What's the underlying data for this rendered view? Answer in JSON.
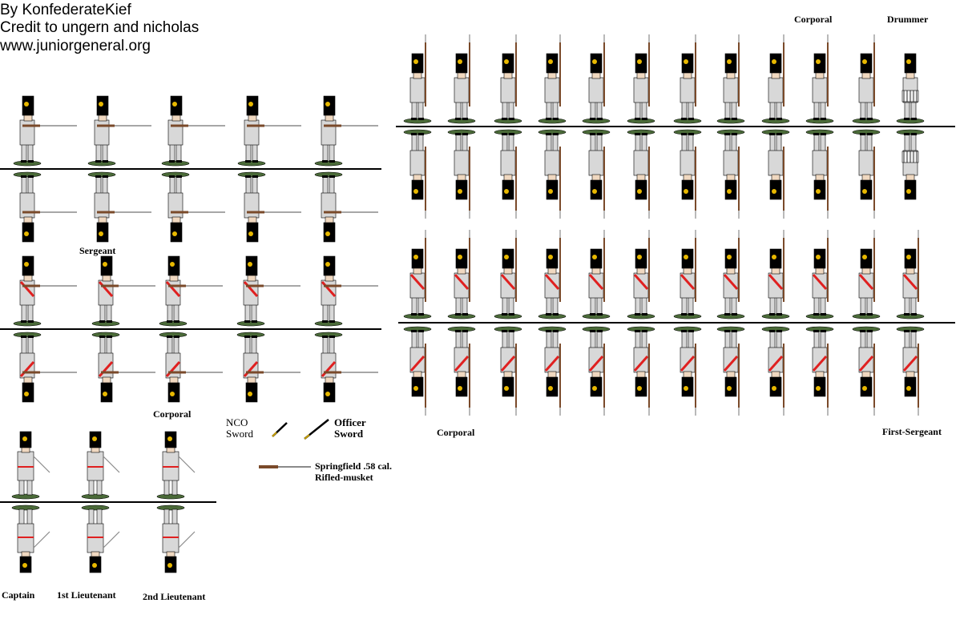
{
  "credits": {
    "line1": "By KonfederateKief",
    "line2": "Credit to ungern and nicholas",
    "line3": "www.juniorgeneral.org"
  },
  "labels": {
    "sergeant": "Sergeant",
    "corporal_left": "Corporal",
    "captain": "Captain",
    "first_lieutenant": "1st Lieutenant",
    "second_lieutenant": "2nd Lieutenant",
    "nco_sword": "NCO\nSword",
    "officer_sword": "Officer\nSword",
    "rifle": "Springfield .58 cal.\nRifled-musket",
    "corporal_top": "Corporal",
    "drummer": "Drummer",
    "corporal_bottom": "Corporal",
    "first_sergeant": "First-Sergeant"
  },
  "colors": {
    "uniform": "#d8d8d8",
    "shako": "#000000",
    "plume": "#e8b800",
    "sash": "#e02020",
    "base": "#4a6a38",
    "musket": "#7a4a2a",
    "barrel": "#8a8a8a"
  }
}
